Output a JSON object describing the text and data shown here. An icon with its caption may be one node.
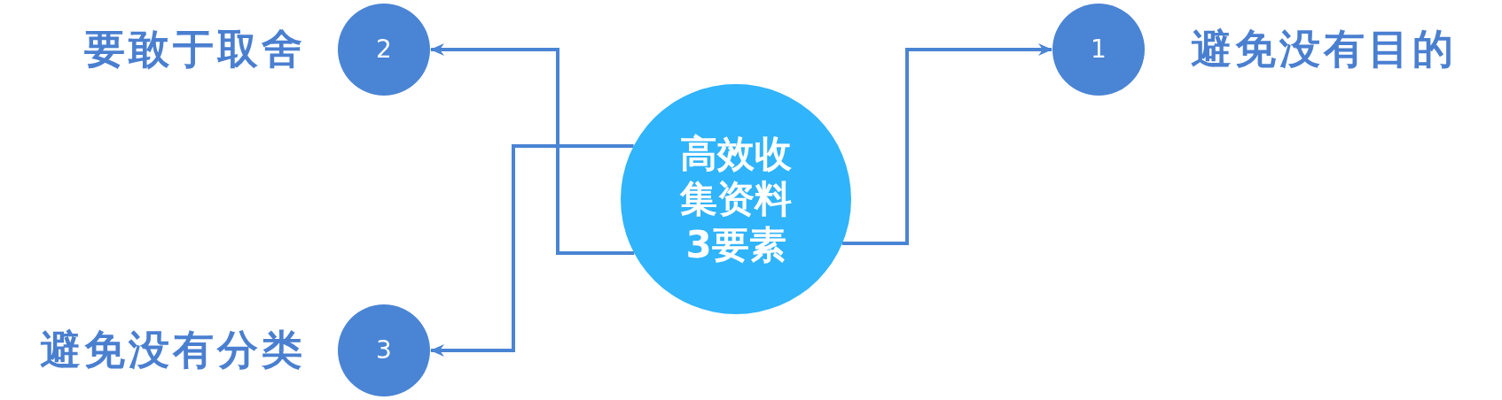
{
  "diagram": {
    "nodes": [
      {
        "text": [
          "2"
        ],
        "beside": [
          "要敢于取舍"
        ]
      },
      {
        "text": [
          "1"
        ],
        "beside": [
          "避免没有目的"
        ]
      },
      {
        "text": [
          "高效收集资料3要素"
        ]
      },
      {
        "text": [
          "3"
        ],
        "beside": [
          "避免没有分类"
        ]
      }
    ],
    "edges": [
      {
        "from": 2,
        "to": 0,
        "arrow": "to"
      },
      {
        "from": 2,
        "to": 1,
        "arrow": "to"
      },
      {
        "from": 2,
        "to": 3,
        "arrow": "to"
      }
    ]
  }
}
